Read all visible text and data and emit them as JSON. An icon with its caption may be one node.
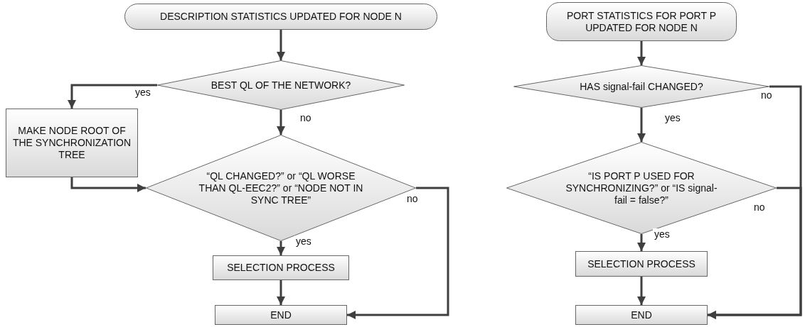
{
  "diagram": {
    "nodes": [
      {
        "text": [
          "DESCRIPTION STATISTICS UPDATED FOR NODE N"
        ]
      },
      {
        "text": [
          "BEST QL OF THE NETWORK?"
        ]
      },
      {
        "text": [
          "MAKE NODE ROOT OF THE SYNCHRONIZATION TREE"
        ]
      },
      {
        "text": [
          "“QL CHANGED?” or “QL WORSE THAN QL-EEC2?” or “NODE NOT IN SYNC TREE”"
        ]
      },
      {
        "text": [
          "SELECTION PROCESS"
        ]
      },
      {
        "text": [
          "END"
        ]
      },
      {
        "text": [
          "PORT STATISTICS FOR PORT P UPDATED FOR NODE N"
        ]
      },
      {
        "text": [
          "HAS signal-fail CHANGED?"
        ]
      },
      {
        "text": [
          "“IS PORT P USED FOR SYNCHRONIZING?” or “IS signal-fail = false?”"
        ]
      },
      {
        "text": [
          "SELECTION PROCESS"
        ]
      },
      {
        "text": [
          "END"
        ]
      }
    ],
    "edges": [
      {
        "from": 0,
        "to": 1,
        "arrow": "to"
      },
      {
        "from": 1,
        "to": 2,
        "arrow": "to",
        "label": "yes"
      },
      {
        "from": 1,
        "to": 3,
        "arrow": "to",
        "label": "no"
      },
      {
        "from": 2,
        "to": 3,
        "arrow": "to"
      },
      {
        "from": 3,
        "to": 4,
        "arrow": "to",
        "label": "yes"
      },
      {
        "from": 3,
        "to": 5,
        "arrow": "to",
        "label": "no"
      },
      {
        "from": 4,
        "to": 5,
        "arrow": "to"
      },
      {
        "from": 6,
        "to": 7,
        "arrow": "to"
      },
      {
        "from": 7,
        "to": 8,
        "arrow": "to",
        "label": "yes"
      },
      {
        "from": 7,
        "to": 10,
        "arrow": "to",
        "label": "no"
      },
      {
        "from": 8,
        "to": 9,
        "arrow": "to",
        "label": "yes"
      },
      {
        "from": 8,
        "to": 10,
        "arrow": "to",
        "label": "no"
      },
      {
        "from": 9,
        "to": 10,
        "arrow": "to"
      }
    ]
  }
}
